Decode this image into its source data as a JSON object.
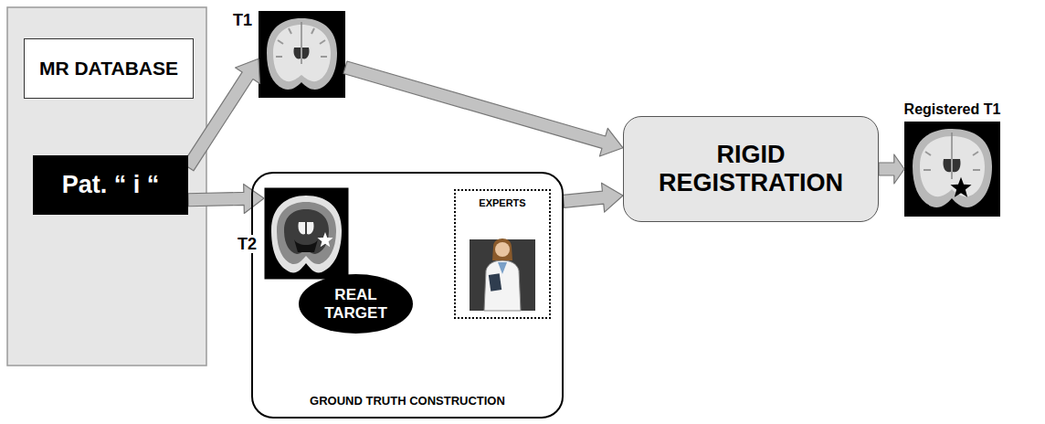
{
  "diagram": {
    "nodes": [
      {
        "text": [
          "MR DATABASE"
        ]
      },
      {
        "text": [
          "Pat. “ i “"
        ]
      },
      {
        "text": [
          "T1"
        ]
      },
      {
        "text": [
          "GROUND TRUTH CONSTRUCTION"
        ]
      },
      {
        "text": [
          "T2"
        ],
        "in": 3
      },
      {
        "text": [
          "REAL TARGET"
        ],
        "in": 3
      },
      {
        "text": [
          "EXPERTS"
        ],
        "in": 3
      },
      {
        "text": [
          "RIGID REGISTRATION"
        ]
      },
      {
        "text": [
          "Registered T1"
        ]
      }
    ],
    "edges": [
      {
        "from": 1,
        "to": 2,
        "arrow": "to"
      },
      {
        "from": 1,
        "to": 4,
        "arrow": "to"
      },
      {
        "from": 2,
        "to": 7,
        "arrow": "to"
      },
      {
        "from": 3,
        "to": 7,
        "arrow": "to"
      },
      {
        "from": 7,
        "to": 8,
        "arrow": "to"
      }
    ]
  }
}
